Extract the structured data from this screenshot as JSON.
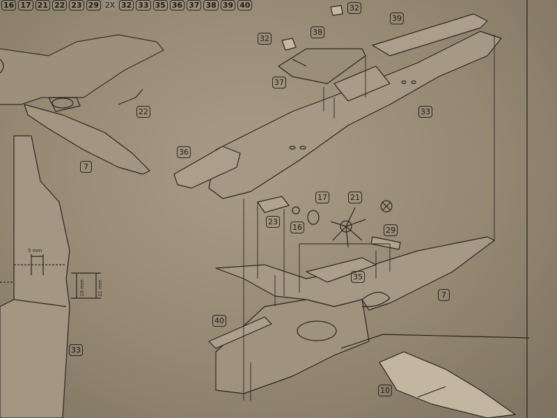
{
  "top_strip": [
    "16",
    "17",
    "21",
    "22",
    "23",
    "29",
    "2X",
    "32",
    "33",
    "35",
    "36",
    "37",
    "38",
    "39",
    "40"
  ],
  "callouts": {
    "c32_top": "32",
    "c39": "39",
    "c32_left": "32",
    "c38": "38",
    "c37": "37",
    "c22": "22",
    "c7_left": "7",
    "c33_right": "33",
    "c36": "36",
    "c17": "17",
    "c21": "21",
    "c23": "23",
    "c16": "16",
    "c29": "29",
    "c35": "35",
    "c7_right": "7",
    "c40": "40",
    "c33_left": "33",
    "c10": "10"
  },
  "dimensions": {
    "width_5": "5 mm",
    "height_10": "10 mm",
    "height_11": "11 mm"
  },
  "colors": {
    "paper": "#a09480",
    "ink": "#2a251d"
  }
}
